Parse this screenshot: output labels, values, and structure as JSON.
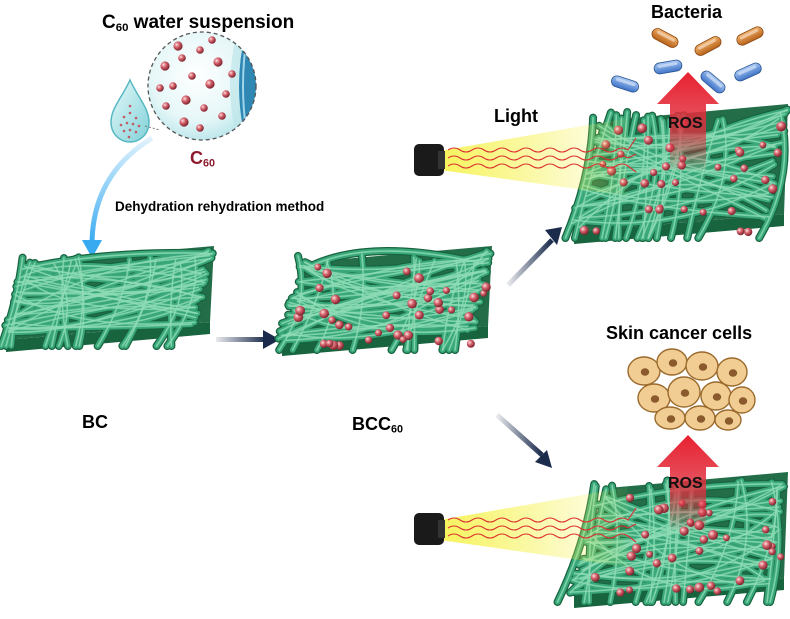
{
  "labels": {
    "suspension_main": "C",
    "suspension_sub": "60",
    "suspension_rest": " water suspension",
    "c60_main": "C",
    "c60_sub": "60",
    "method": "Dehydration rehydration method",
    "bc": "BC",
    "bcc_main": "BCC",
    "bcc_sub": "60",
    "light": "Light",
    "bacteria": "Bacteria",
    "skin_cancer": "Skin cancer cells",
    "ros_top": "ROS",
    "ros_bottom": "ROS"
  },
  "colors": {
    "fiber": "#3aa87a",
    "fiber_light": "#8fdcb6",
    "fiber_dark": "#17643f",
    "particle": "#c8505a",
    "particle_light": "#f7c7ca",
    "bacteria_orange": "#d9822b",
    "bacteria_blue": "#4f86d6",
    "cancer_cell": "#f1cc93",
    "cancer_nucleus": "#8a5a2c",
    "ros_red": "#e03040",
    "beam_yellow": "#f4ef3a",
    "arrow_navy": "#1a2b4c",
    "arrow_blue": "#37aaf0",
    "c60_text": "#8e1a2e"
  },
  "icons": {
    "droplet": "water-droplet-icon",
    "magnifier": "c60-magnified-circle",
    "lamp": "light-source-icon"
  }
}
